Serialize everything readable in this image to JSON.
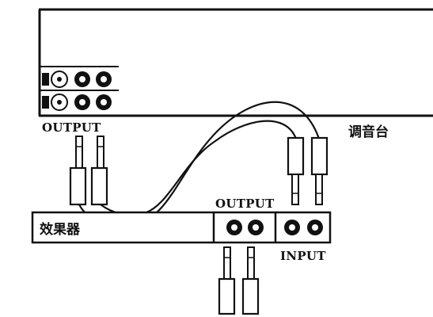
{
  "labels": {
    "mixer": "调音台",
    "effects_unit": "效果器",
    "mixer_output": "OUTPUT",
    "effects_output": "OUTPUT",
    "effects_input": "INPUT"
  },
  "colors": {
    "line": "#111111",
    "background": "#ffffff"
  }
}
